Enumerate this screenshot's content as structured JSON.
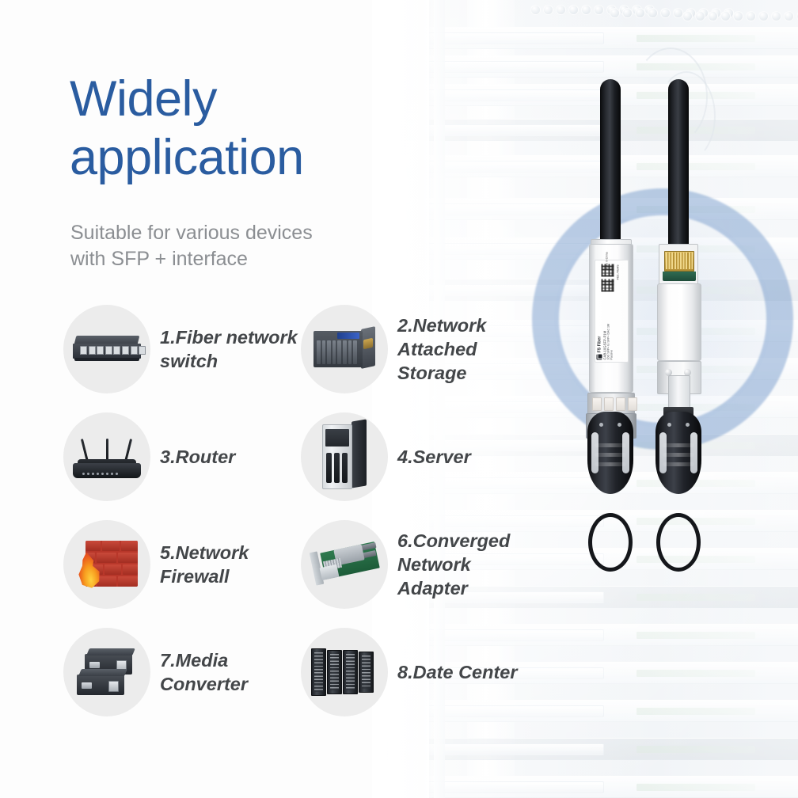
{
  "headline": {
    "line1": "Widely",
    "line2": "application"
  },
  "subheadline": {
    "line1": "Suitable for various devices",
    "line2": "with SFP + interface"
  },
  "colors": {
    "headline_blue": "#2a5ca0",
    "subhead_gray": "#8b8e92",
    "item_text": "#434649",
    "icon_circle": "#ececec",
    "glow_ring": "#608ac4"
  },
  "applications": [
    {
      "num": "1",
      "label": "1.Fiber network switch",
      "icon": "fiber-network-switch-icon"
    },
    {
      "num": "2",
      "label": "2.Network Attached Storage",
      "icon": "network-attached-storage-icon"
    },
    {
      "num": "3",
      "label": "3.Router",
      "icon": "router-icon"
    },
    {
      "num": "4",
      "label": "4.Server",
      "icon": "server-tower-icon"
    },
    {
      "num": "5",
      "label": "5.Network Firewall",
      "icon": "firewall-icon"
    },
    {
      "num": "6",
      "label": "6.Converged Network Adapter",
      "icon": "network-adapter-card-icon"
    },
    {
      "num": "7",
      "label": "7.Media Converter",
      "icon": "media-converter-icon"
    },
    {
      "num": "8",
      "label": "8.Date Center",
      "icon": "data-center-racks-icon"
    }
  ],
  "product": {
    "type": "SFP+ Direct Attach Copper (DAC) twinax cable",
    "module_label": {
      "brand": "FS Fiber",
      "part_number": "CAB-10GSFP-P1M",
      "description": "10G SFP+ to SFP+ DAC 1M",
      "mode": "Passive",
      "certifications": "FCC / RoHS",
      "origin": "Made in China"
    },
    "connector_left": "sfp-plus-module-with-label",
    "connector_right": "sfp-plus-module-showing-gold-edge-contacts"
  },
  "background": {
    "scene": "data center server racks, faded white overlay",
    "accent_shape": "blue translucent ring behind connectors"
  }
}
